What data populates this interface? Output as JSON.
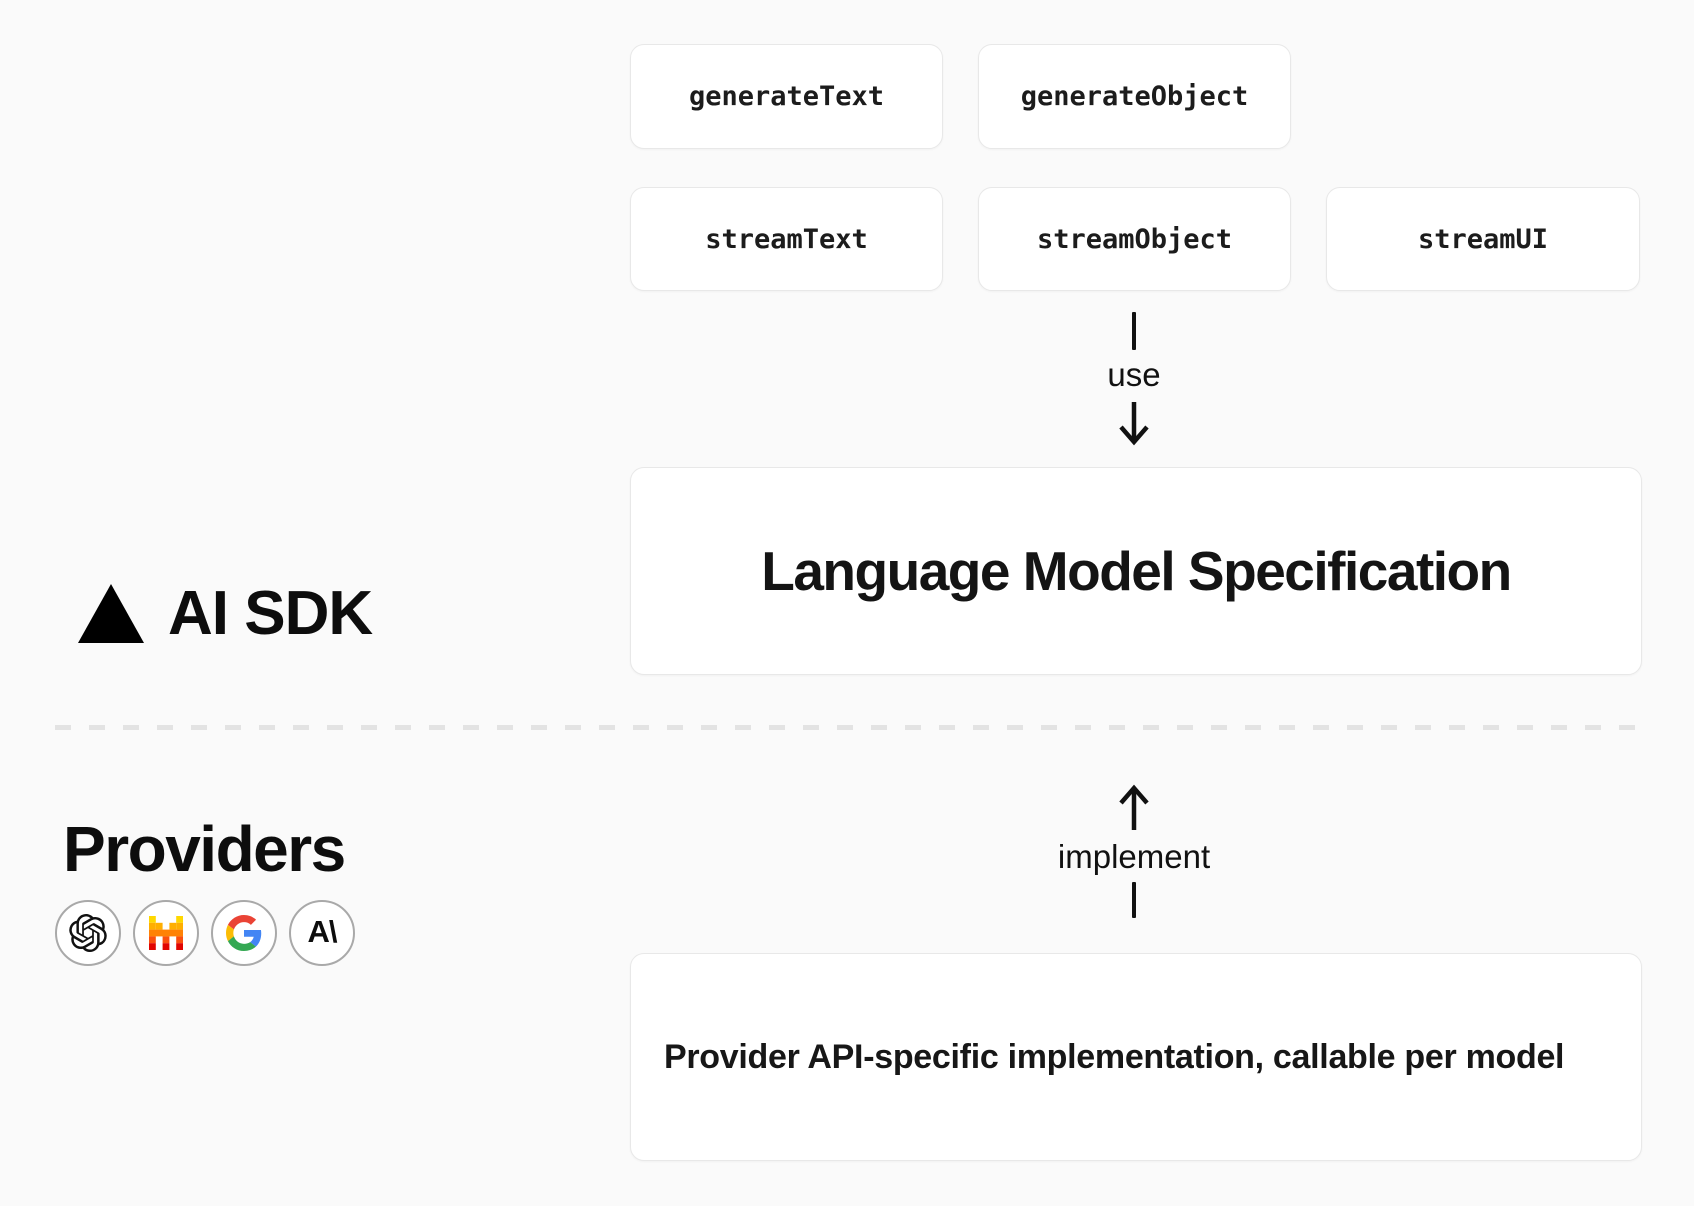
{
  "sdk": {
    "logo": {
      "icon": "vercel-triangle-icon",
      "label": "AI SDK"
    },
    "functions": [
      {
        "label": "generateText"
      },
      {
        "label": "generateObject"
      },
      {
        "label": "streamText"
      },
      {
        "label": "streamObject"
      },
      {
        "label": "streamUI"
      }
    ],
    "use_connector": {
      "label": "use",
      "direction": "down"
    },
    "spec_box": {
      "label": "Language Model Specification"
    }
  },
  "providers": {
    "heading": "Providers",
    "icons": [
      {
        "name": "openai-logo"
      },
      {
        "name": "mistral-logo"
      },
      {
        "name": "google-logo"
      },
      {
        "name": "anthropic-logo"
      }
    ],
    "implement_connector": {
      "label": "implement",
      "direction": "up"
    },
    "impl_box": {
      "label": "Provider API-specific implementation, callable per model"
    }
  },
  "colors": {
    "background": "#fafafa",
    "card_background": "#ffffff",
    "card_border": "#e8e8e8",
    "text": "#171717",
    "divider": "#e3e3e3",
    "arrow": "#111111",
    "google_palette": [
      "#EA4335",
      "#4285F4",
      "#FBBC05",
      "#34A853"
    ],
    "mistral_palette": [
      "#ffd800",
      "#ffaf00",
      "#ff8205",
      "#fa500f",
      "#e10500"
    ]
  }
}
